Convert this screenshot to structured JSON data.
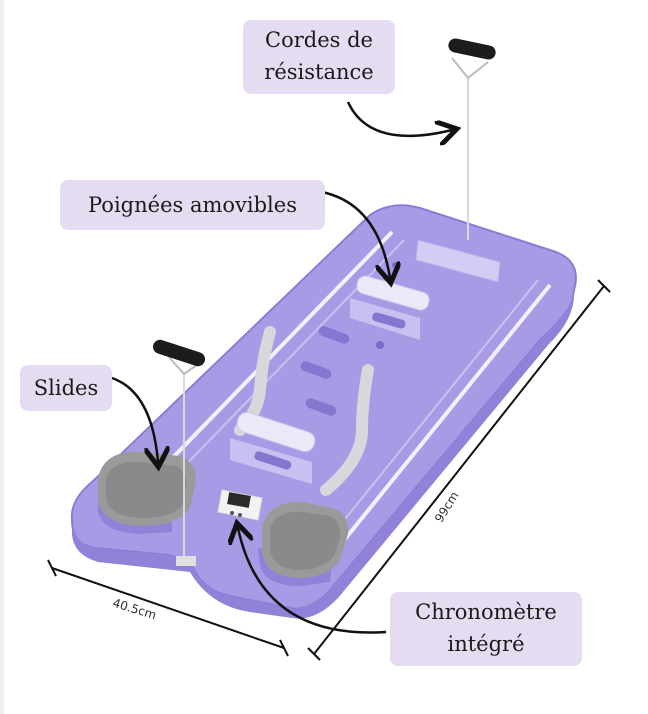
{
  "annotations": {
    "cordes": [
      "Cordes de",
      "résistance"
    ],
    "poignees": "Poignées amovibles",
    "slides": "Slides",
    "chrono": [
      "Chronomètre",
      "intégré"
    ]
  },
  "dimensions": {
    "width": "40.5cm",
    "length": "99cm"
  },
  "colors": {
    "board": "#a79be6",
    "board_dark": "#8f82d8",
    "label_bg": "#e6dcf2",
    "pad": "#8c8c8c",
    "handle": "#1c1c1c"
  }
}
